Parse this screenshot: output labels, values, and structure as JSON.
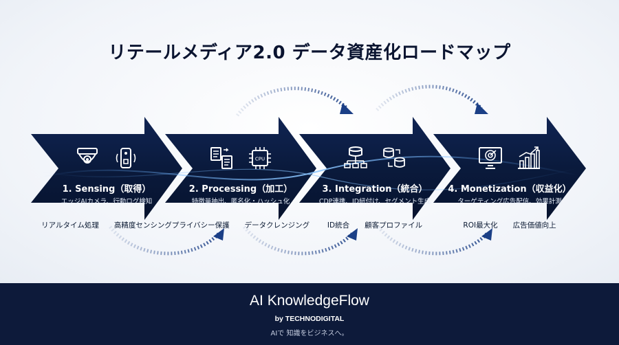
{
  "title": "リテールメディア2.0 データ資産化ロードマップ",
  "steps": [
    {
      "title": "1. Sensing（取得）",
      "subtitle": "エッジAIカメラ、行動ログ検知",
      "icons": [
        "security-camera-icon",
        "sensor-device-icon"
      ],
      "tags": [
        "リアルタイム処理",
        "高精度センシング"
      ]
    },
    {
      "title": "2. Processing（加工）",
      "subtitle": "特徴量抽出、匿名化・ハッシュ化",
      "icons": [
        "document-transfer-icon",
        "cpu-chip-icon"
      ],
      "tags": [
        "プライバシー保護",
        "データクレンジング"
      ]
    },
    {
      "title": "3. Integration（統合）",
      "subtitle": "CDP連携、ID紐付け、セグメント生成",
      "icons": [
        "database-network-icon",
        "database-sync-icon"
      ],
      "tags": [
        "ID統合",
        "顧客プロファイル"
      ]
    },
    {
      "title": "4. Monetization（収益化）",
      "subtitle": "ターゲティング広告配信、効果計測",
      "icons": [
        "target-monitor-icon",
        "growth-chart-icon"
      ],
      "tags": [
        "ROI最大化",
        "広告価値向上"
      ]
    }
  ],
  "footer": {
    "brand": "AI KnowledgeFlow",
    "by": "by TECHNODIGITAL",
    "tagline": "AIで 知識をビジネスへ。"
  },
  "colors": {
    "arrow_fill": "#0a1a3c",
    "arrow_edge": "#12306a",
    "glow": "#5aa7ff",
    "footer_bg": "#0d1a3a"
  }
}
